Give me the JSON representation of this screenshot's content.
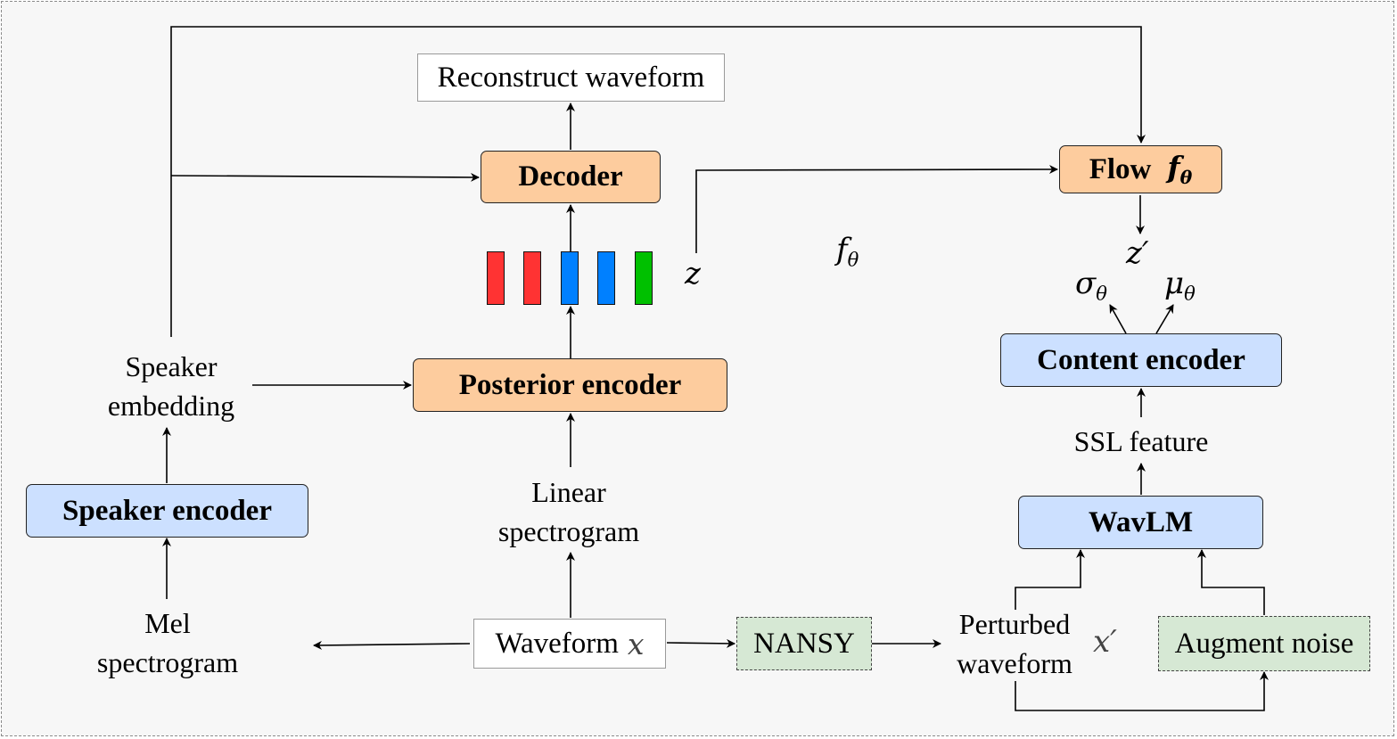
{
  "boxes": {
    "reconstruct": "Reconstruct waveform",
    "decoder": "Decoder",
    "posterior_encoder": "Posterior encoder",
    "flow": "Flow",
    "flow_symbol": "f",
    "content_encoder": "Content encoder",
    "wavlm": "WavLM",
    "speaker_encoder": "Speaker encoder",
    "waveform": "Waveform",
    "waveform_symbol": "x",
    "nansy": "NANSY",
    "augment_noise": "Augment noise"
  },
  "labels": {
    "speaker_embedding": [
      "Speaker",
      "embedding"
    ],
    "linear_spectrogram": [
      "Linear",
      "spectrogram"
    ],
    "mel_spectrogram": [
      "Mel",
      "spectrogram"
    ],
    "ssl_feature": "SSL feature",
    "perturbed_waveform": [
      "Perturbed",
      "waveform"
    ],
    "perturbed_symbol": "x′"
  },
  "math": {
    "z": "z",
    "f_theta": "f",
    "z_prime": "z′",
    "sigma": "σ",
    "mu": "μ",
    "theta": "θ"
  },
  "latent_bars": {
    "colors": [
      "#ff3333",
      "#ff3333",
      "#0080ff",
      "#0080ff",
      "#00c000"
    ]
  }
}
